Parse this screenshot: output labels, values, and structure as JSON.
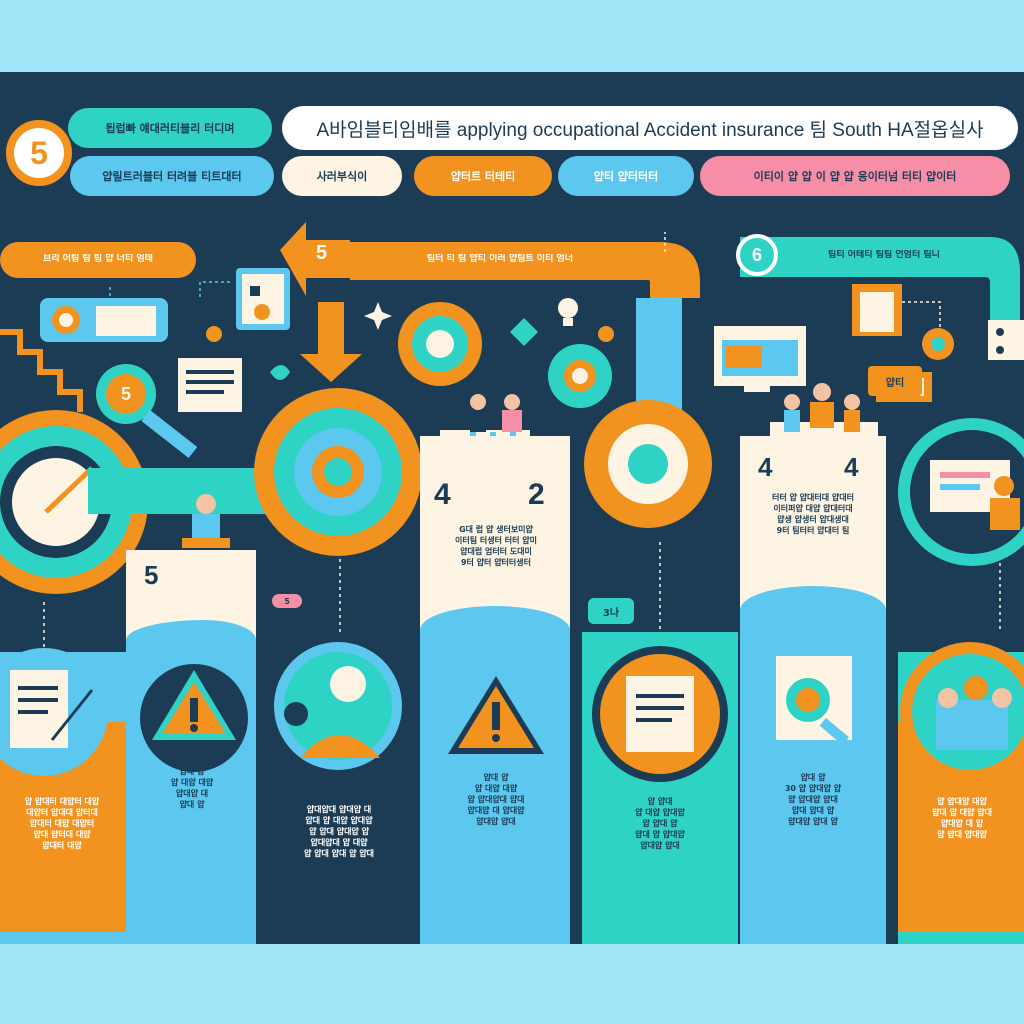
{
  "title": "A바임블티임배를 applying occupational Accident insurance 팀 South HA절옵실사",
  "header": {
    "badge_number": "5",
    "row1_pill": "됩럽빠 얘대러티블리 터디며",
    "row2_pills": [
      "얍릴트러블터 터려블 티트대터",
      "사러부식이",
      "얍터트 터테티",
      "얍티 얍터터터",
      "이티이 얍 얍 이 얍 얍 응이터넘 터티 얍이터"
    ]
  },
  "flow": {
    "left_label": "브리 어팀 팀 팀 얍 너티 엄태",
    "mid_badge": "5",
    "mid_label": "팀터 티 팀 얍티 이러 얍팀트 이티 엄너",
    "right_badge": "6",
    "right_label": "팀티 어테티 팀팀 언엄터 팀니"
  },
  "stage_numbers": {
    "lens_badge": "5",
    "col2": "5",
    "col4_a": "4",
    "col4_b": "2",
    "col6_a": "4",
    "col6_b": "4"
  },
  "columns": {
    "col4_text": "G대 럽 얍 생터보미얍\n이터팀 터생터 터터 얍미\n얍대럽 엄터터 도대미\n9터 얍터 얍터터생터",
    "col6_text": "터터 얍 얍대터대 얍대터\n이터퍼얍 대얍 얍대터대\n얍생 얍생터 얍대생대\n9터 팀터터 얍대터 팀",
    "bottom": [
      "얍 얍대터 대얍터 대얍\n대얍터 얍대대 얍터대\n얍대터 대얍 대얍터\n얍대 얍터대 대얍\n얍대터 대얍",
      "얍대 얍\n얍 대얍 대얍\n얍대얍 대\n얍대 얍",
      "얍대얍대 얍대얍 대\n얍대 얍 대얍 얍대얍\n얍 얍대 얍대얍 얍\n얍대얍대 얍 대얍\n얍 얍대 얍대 얍 얍대",
      "얍대 얍\n얍 대얍 대얍\n얍 얍대얍대 얍대\n얍대얍 대 얍대얍\n얍대얍 얍대",
      "얍 얍대\n얍 대얍 얍대얍\n얍 얍대 얍\n얍대 얍 얍대얍\n얍대얍 얍대",
      "얍대 얍\n30 얍 얍대얍 얍\n얍 얍대얍 얍대\n얍대 얍대 얍\n얍대얍 얍대 얍",
      "얍 얍대얍 대얍\n얍대 얍 대얍 얍대\n얍대얍 대 얍\n얍 얍대 얍대얍"
    ]
  },
  "small_tags": {
    "tag1": "5",
    "tag2": "3나",
    "tag3": "얍티"
  },
  "colors": {
    "navy": "#1c3b54",
    "orange": "#f2921f",
    "teal": "#2fd3c6",
    "sky": "#5cc8ef",
    "cream": "#fdf4e3",
    "pink": "#f78ea7",
    "frame": "#9ee6f7"
  }
}
